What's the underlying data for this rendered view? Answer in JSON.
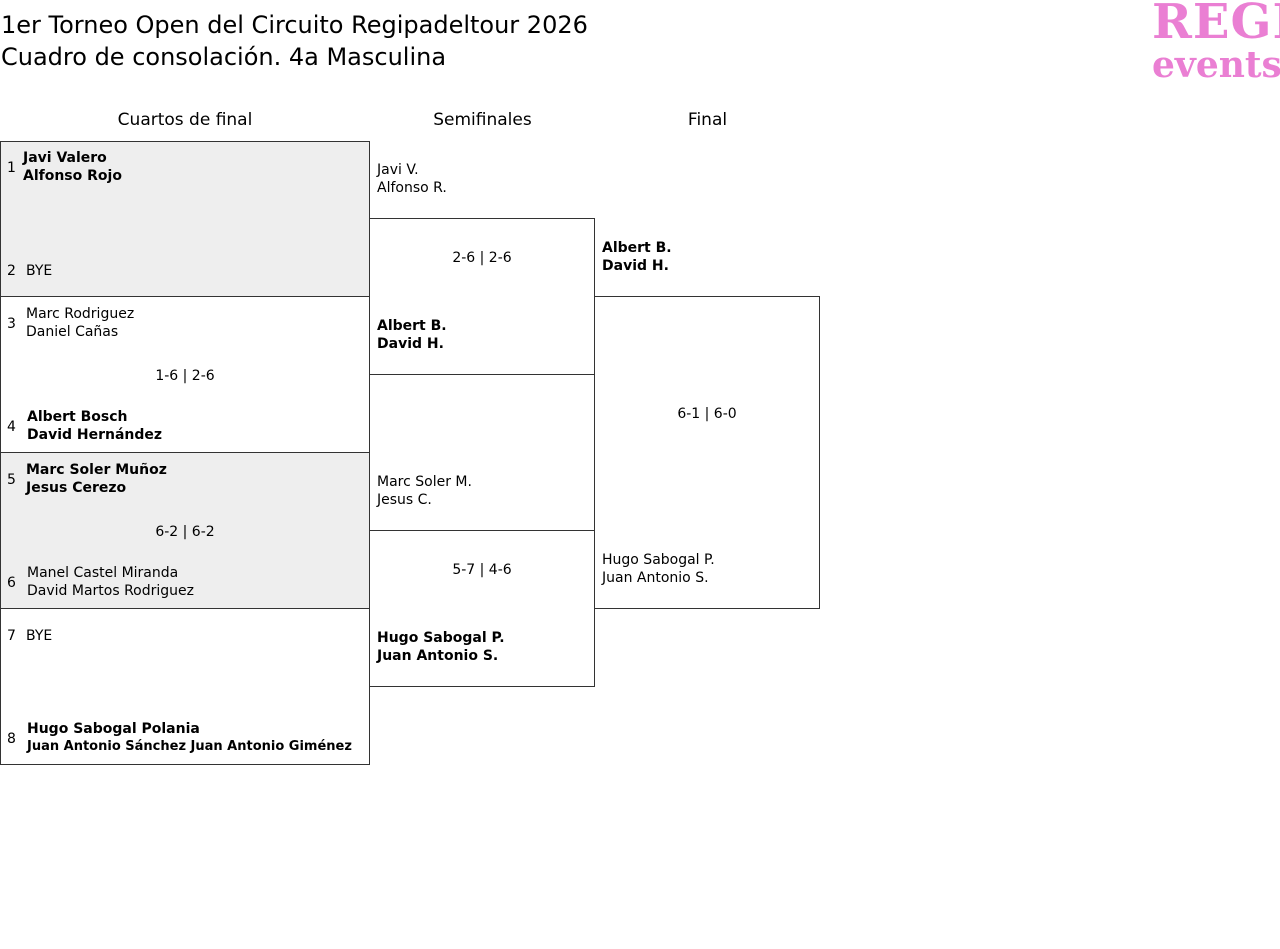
{
  "header": {
    "title_line1": "1er Torneo Open del Circuito Regipadeltour 2026",
    "title_line2": "Cuadro de consolación. 4a Masculina",
    "logo_line1": "REGI",
    "logo_line2": "events",
    "logo_color": "#ea7fd3"
  },
  "rounds": {
    "quarterfinals": "Cuartos de final",
    "semifinals": "Semifinales",
    "final": "Final"
  },
  "quarterfinals": [
    {
      "score": "",
      "top": {
        "seed": "1",
        "line1": "Javi Valero",
        "line2": "Alfonso Rojo",
        "winner": true
      },
      "bottom": {
        "seed": "2",
        "line1": "BYE",
        "line2": "",
        "winner": false
      }
    },
    {
      "score": "1-6 | 2-6",
      "top": {
        "seed": "3",
        "line1": "Marc Rodriguez",
        "line2": "Daniel Cañas",
        "winner": false
      },
      "bottom": {
        "seed": "4",
        "line1": "Albert Bosch",
        "line2": "David Hernández",
        "winner": true
      }
    },
    {
      "score": "6-2 | 6-2",
      "top": {
        "seed": "5",
        "line1": "Marc Soler Muñoz",
        "line2": "Jesus Cerezo",
        "winner": true
      },
      "bottom": {
        "seed": "6",
        "line1": "Manel Castel Miranda",
        "line2": "David Martos Rodriguez",
        "winner": false
      }
    },
    {
      "score": "",
      "top": {
        "seed": "7",
        "line1": "BYE",
        "line2": "",
        "winner": false
      },
      "bottom": {
        "seed": "8",
        "line1": "Hugo Sabogal Polania",
        "line2": "Juan Antonio Sánchez Juan Antonio Giménez",
        "winner": true
      }
    }
  ],
  "semifinals": [
    {
      "score": "2-6 | 2-6",
      "top": {
        "line1": "Javi V.",
        "line2": "Alfonso R.",
        "winner": false
      },
      "bottom": {
        "line1": "Albert B.",
        "line2": "David H.",
        "winner": true
      }
    },
    {
      "score": "5-7 | 4-6",
      "top": {
        "line1": "Marc Soler M.",
        "line2": "Jesus C.",
        "winner": false
      },
      "bottom": {
        "line1": "Hugo Sabogal P.",
        "line2": "Juan Antonio S.",
        "winner": true
      }
    }
  ],
  "final": {
    "score": "6-1 | 6-0",
    "top": {
      "line1": "Albert B.",
      "line2": "David H.",
      "winner": true
    },
    "bottom": {
      "line1": "Hugo Sabogal P.",
      "line2": "Juan Antonio S.",
      "winner": false
    }
  }
}
